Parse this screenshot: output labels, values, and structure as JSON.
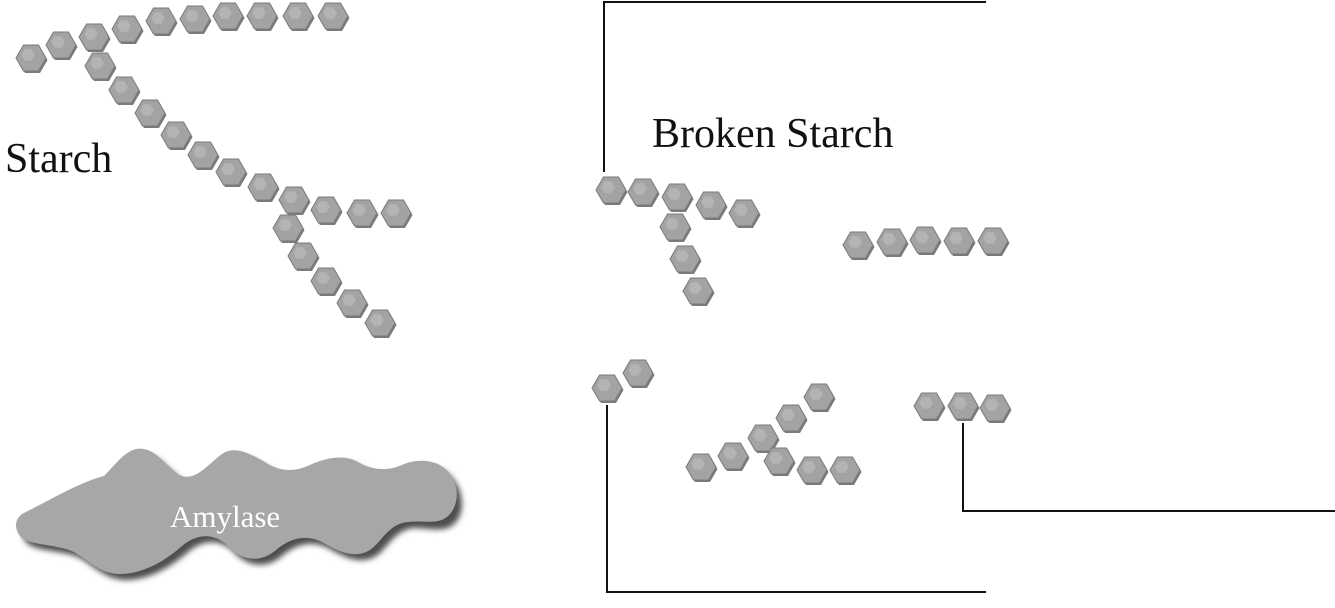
{
  "labels": {
    "starch": "Starch",
    "broken_starch": "Broken Starch",
    "amylase": "Amylase"
  },
  "colors": {
    "hex_fill": "#a3a3a3",
    "hex_shade": "#7a7a7a",
    "hex_highlight": "#d4d4d4",
    "enzyme_fill": "#a7a7a7",
    "enzyme_shadow": "#4d4d4d",
    "line": "#111111",
    "text": "#111111",
    "enzyme_text": "#ffffff"
  }
}
